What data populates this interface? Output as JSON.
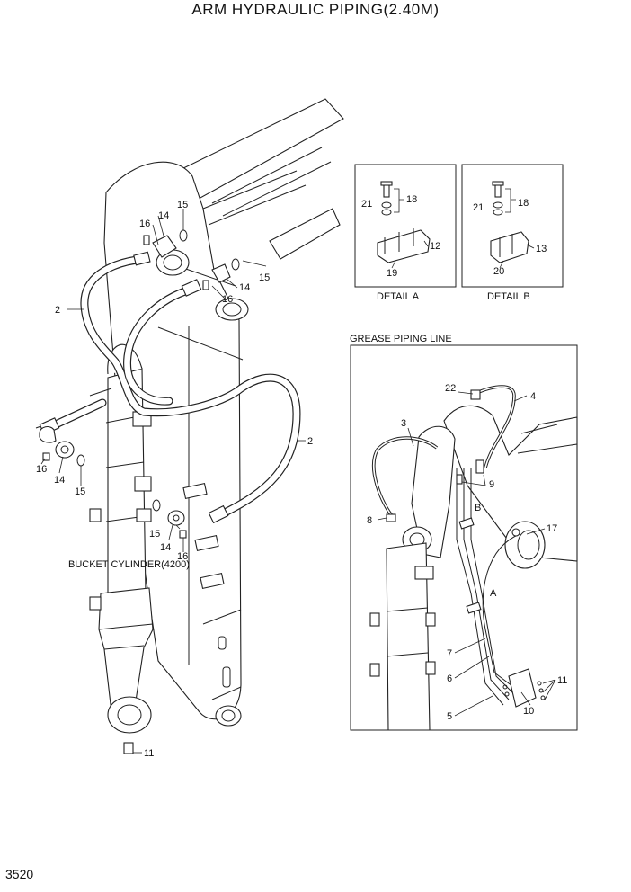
{
  "title": "ARM HYDRAULIC PIPING(2.40M)",
  "page_number": "3520",
  "main_view": {
    "cylinder_label": "BUCKET CYLINDER(4200)",
    "callouts": [
      "16",
      "14",
      "15",
      "15",
      "14",
      "16",
      "2",
      "2",
      "16",
      "14",
      "15",
      "15",
      "14",
      "16",
      "11"
    ]
  },
  "detail_a": {
    "caption": "DETAIL A",
    "callouts": [
      "21",
      "18",
      "12",
      "19"
    ]
  },
  "detail_b": {
    "caption": "DETAIL B",
    "callouts": [
      "21",
      "18",
      "13",
      "20"
    ]
  },
  "grease_view": {
    "caption": "GREASE PIPING LINE",
    "callouts": [
      "22",
      "4",
      "3",
      "9",
      "8",
      "B",
      "17",
      "A",
      "7",
      "6",
      "11",
      "10",
      "5"
    ]
  }
}
